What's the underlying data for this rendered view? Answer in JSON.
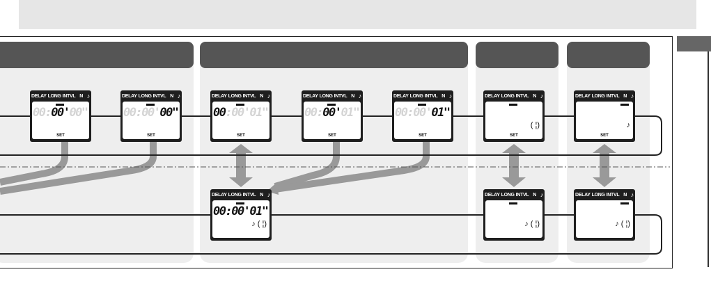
{
  "lcd_header": {
    "delay": "DELAY",
    "long": "LONG",
    "intvl": "INTVL",
    "n": "N",
    "note": "♪"
  },
  "top_row": [
    {
      "segments": [
        {
          "t": "00:",
          "on": false
        },
        {
          "t": "00'",
          "on": true
        },
        {
          "t": "00\"",
          "on": false
        }
      ],
      "set": "SET",
      "bar": "mid",
      "aux": ""
    },
    {
      "segments": [
        {
          "t": "00:00'",
          "on": false
        },
        {
          "t": "00\"",
          "on": true
        }
      ],
      "set": "SET",
      "bar": "left",
      "aux": ""
    },
    {
      "segments": [
        {
          "t": "00",
          "on": true
        },
        {
          "t": ":00'01\"",
          "on": false
        }
      ],
      "set": "SET",
      "bar": "mid",
      "aux": ""
    },
    {
      "segments": [
        {
          "t": "00:",
          "on": false
        },
        {
          "t": "00'",
          "on": true
        },
        {
          "t": "01\"",
          "on": false
        }
      ],
      "set": "SET",
      "bar": "mid",
      "aux": ""
    },
    {
      "segments": [
        {
          "t": "00:00'",
          "on": false
        },
        {
          "t": "01\"",
          "on": true
        }
      ],
      "set": "SET",
      "bar": "left",
      "aux": ""
    },
    {
      "segments": [],
      "set": "SET",
      "bar": "mid",
      "aux": "(    ¦)"
    },
    {
      "segments": [],
      "set": "SET",
      "bar": "right",
      "aux": "♪"
    }
  ],
  "bottom_row": [
    {
      "segments": [
        {
          "t": "00:00'01\"",
          "on": true
        }
      ],
      "set": "",
      "bar": "mid",
      "aux": "♪ (    ¦)"
    },
    {
      "segments": [],
      "set": "",
      "bar": "mid",
      "aux": "♪ (    ¦)"
    },
    {
      "segments": [],
      "set": "",
      "bar": "right",
      "aux": "♪ (    ¦)"
    }
  ]
}
